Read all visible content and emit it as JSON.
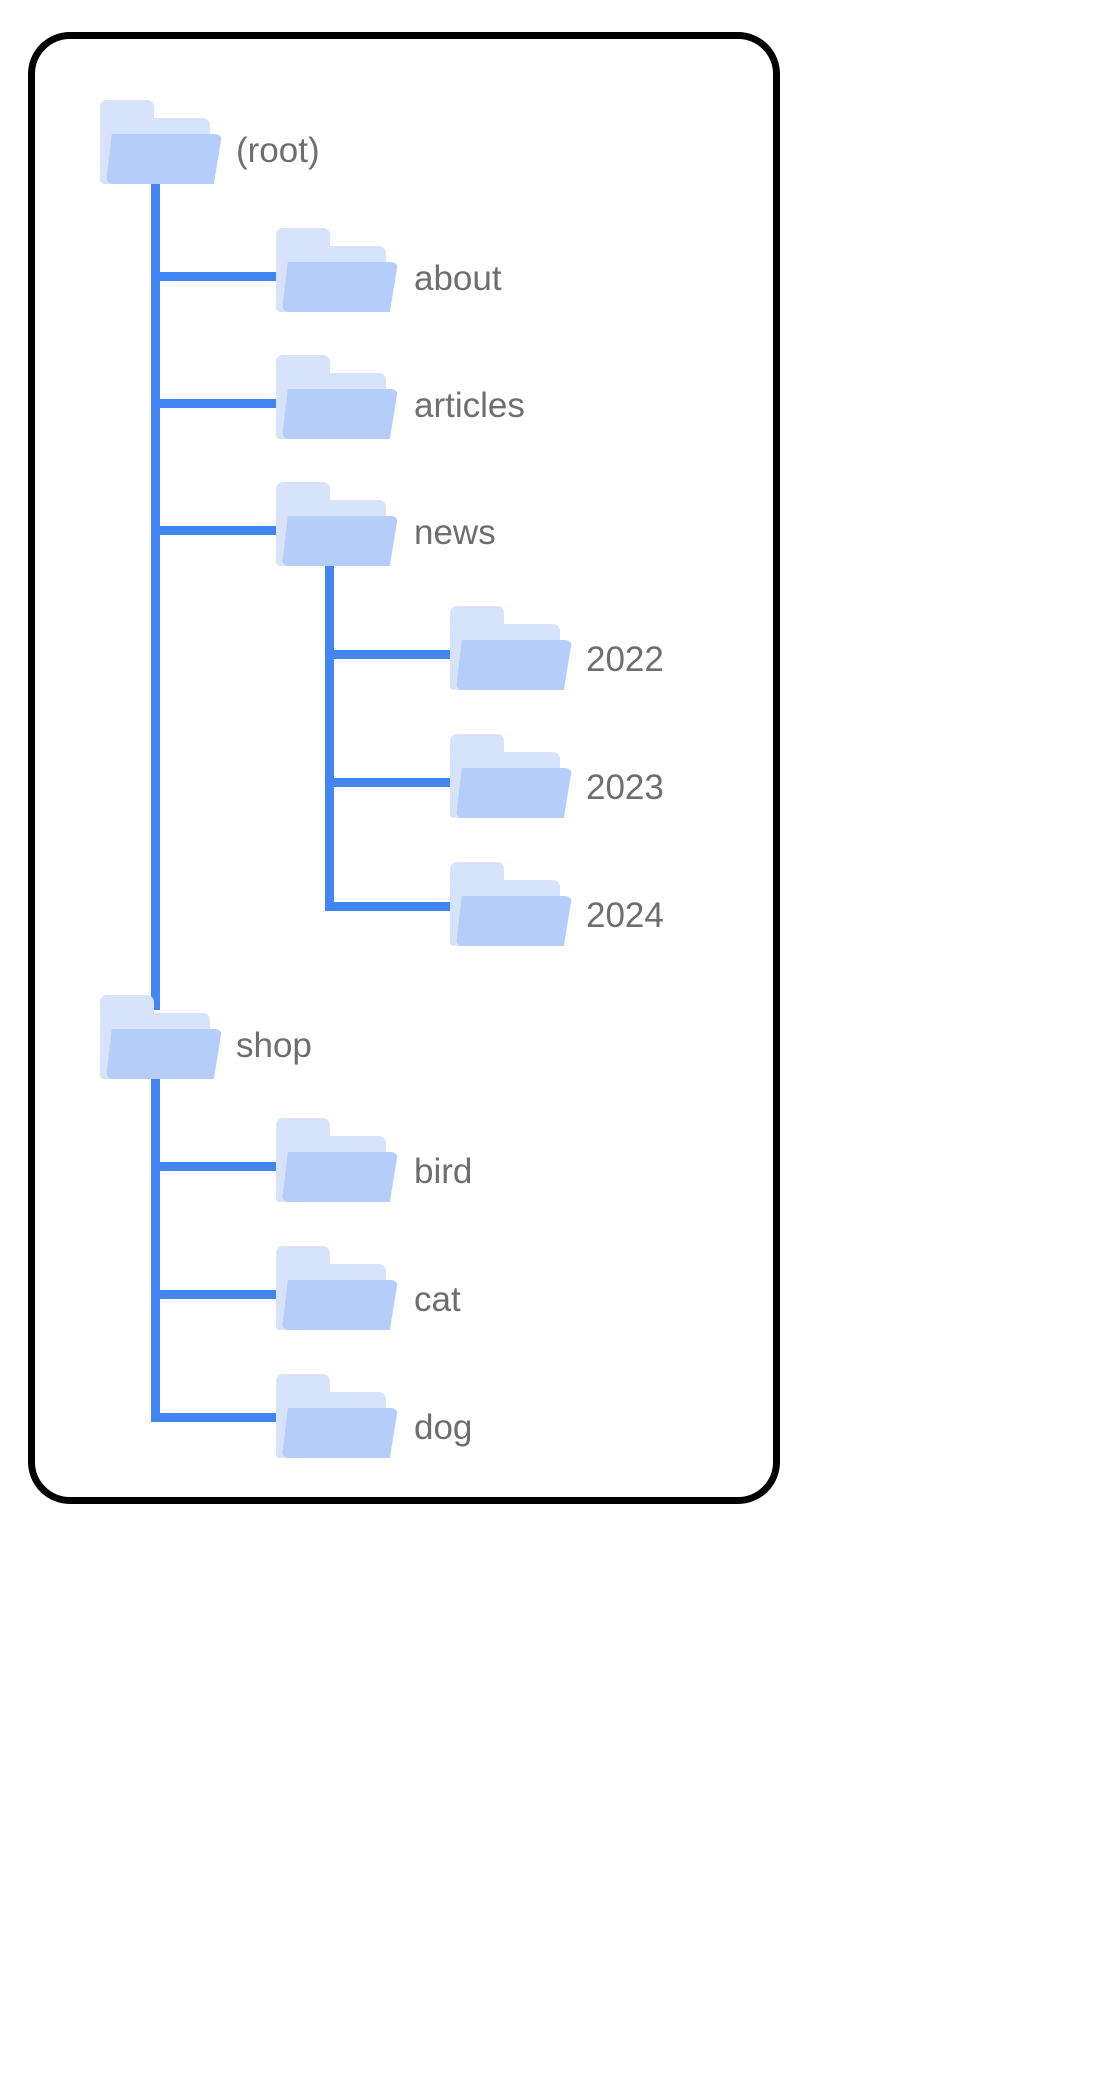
{
  "diagram": {
    "type": "folder-tree",
    "title_visible": false,
    "colors": {
      "card_border": "#000000",
      "card_background": "#ffffff",
      "connector_line": "#4285f4",
      "folder_back": "#d7e3fb",
      "folder_front": "#b4cef9",
      "label_text": "#6e6e6e"
    },
    "nodes": [
      {
        "id": "root",
        "label": "(root)",
        "depth": 0,
        "parent": null,
        "icon": "folder-icon"
      },
      {
        "id": "about",
        "label": "about",
        "depth": 1,
        "parent": "root",
        "icon": "folder-icon"
      },
      {
        "id": "articles",
        "label": "articles",
        "depth": 1,
        "parent": "root",
        "icon": "folder-icon"
      },
      {
        "id": "news",
        "label": "news",
        "depth": 1,
        "parent": "root",
        "icon": "folder-icon"
      },
      {
        "id": "news2022",
        "label": "2022",
        "depth": 2,
        "parent": "news",
        "icon": "folder-icon"
      },
      {
        "id": "news2023",
        "label": "2023",
        "depth": 2,
        "parent": "news",
        "icon": "folder-icon"
      },
      {
        "id": "news2024",
        "label": "2024",
        "depth": 2,
        "parent": "news",
        "icon": "folder-icon"
      },
      {
        "id": "shop",
        "label": "shop",
        "depth": 1,
        "parent": "root",
        "icon": "folder-icon"
      },
      {
        "id": "bird",
        "label": "bird",
        "depth": 2,
        "parent": "shop",
        "icon": "folder-icon"
      },
      {
        "id": "cat",
        "label": "cat",
        "depth": 2,
        "parent": "shop",
        "icon": "folder-icon"
      },
      {
        "id": "dog",
        "label": "dog",
        "depth": 2,
        "parent": "shop",
        "icon": "folder-icon"
      }
    ]
  }
}
